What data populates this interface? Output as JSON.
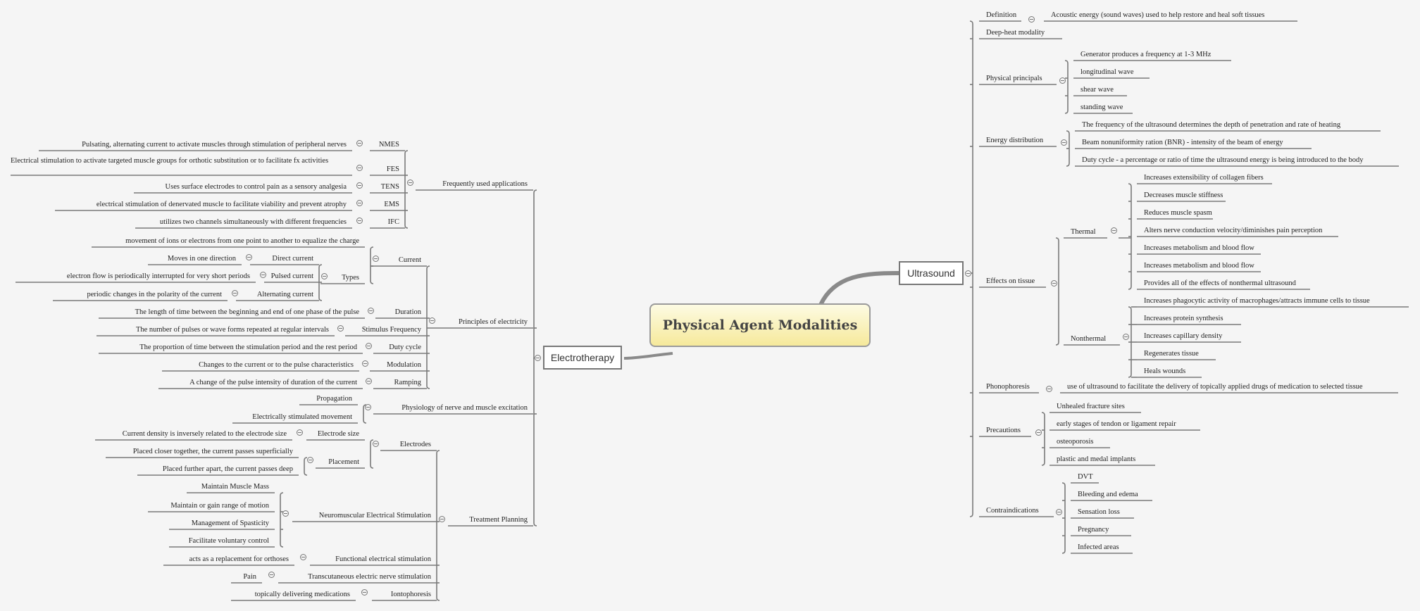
{
  "title": "Physical Agent Modalities",
  "branches": {
    "electrotherapy": "Electrotherapy",
    "ultrasound": "Ultrasound"
  },
  "electrotherapy": {
    "fua": {
      "label": "Frequently used applications",
      "items": [
        {
          "term": "NMES",
          "def": "Pulsating, alternating current to activate muscles through stimulation of peripheral nerves"
        },
        {
          "term": "FES",
          "def": "Electrical stimulation to activate targeted muscle groups for orthotic substitution or to facilitate fx activities"
        },
        {
          "term": "TENS",
          "def": "Uses surface electrodes to control pain as a sensory analgesia"
        },
        {
          "term": "EMS",
          "def": "electrical stimulation of denervated muscle to facilitate viability and prevent atrophy"
        },
        {
          "term": "IFC",
          "def": "utilizes two channels simultaneously with different frequencies"
        }
      ]
    },
    "poe": {
      "label": "Principles of electricity",
      "current": {
        "label": "Current",
        "def": "movement of ions or electrons from one point to another to equalize the charge",
        "types": {
          "label": "Types",
          "items": [
            {
              "term": "Direct current",
              "def": "Moves in one direction"
            },
            {
              "term": "Pulsed current",
              "def": "electron flow is periodically interrupted for very short periods"
            },
            {
              "term": "Alternating current",
              "def": "periodic changes in the polarity of the current"
            }
          ]
        }
      },
      "items": [
        {
          "term": "Duration",
          "def": "The length of time between the beginning and end of one phase of the pulse"
        },
        {
          "term": "Stimulus Frequency",
          "def": "The number of pulses or wave forms repeated at regular intervals"
        },
        {
          "term": "Duty cycle",
          "def": "The proportion of time between the stimulation period and the rest period"
        },
        {
          "term": "Modulation",
          "def": "Changes to the current or to the pulse characteristics"
        },
        {
          "term": "Ramping",
          "def": "A change of the pulse intensity of duration of the current"
        }
      ]
    },
    "phys": {
      "label": "Physiology of nerve and muscle excitation",
      "items": [
        "Propagation",
        "Electrically stimulated movement"
      ]
    },
    "tp": {
      "label": "Treatment Planning",
      "electrodes": {
        "label": "Electrodes",
        "size": {
          "label": "Electrode size",
          "def": "Current density is inversely related to the electrode size"
        },
        "placement": {
          "label": "Placement",
          "items": [
            "Placed closer together, the current passes superficially",
            "Placed further apart, the current passes deep"
          ]
        }
      },
      "nmes": {
        "label": "Neuromuscular Electrical Stimulation",
        "items": [
          "Maintain Muscle Mass",
          "Maintain or gain range of motion",
          "Management of Spasticity",
          "Facilitate voluntary control"
        ]
      },
      "fes": {
        "label": "Functional electrical stimulation",
        "def": "acts as a replacement for orthoses"
      },
      "tens": {
        "label": "Transcutaneous electric nerve stimulation",
        "def": "Pain"
      },
      "ionto": {
        "label": "Iontophoresis",
        "def": "topically delivering medications"
      }
    }
  },
  "ultrasound": {
    "definition": {
      "label": "Definition",
      "def": "Acoustic energy (sound waves) used to help restore and heal soft tissues"
    },
    "deep_heat": "Deep-heat modality",
    "physical": {
      "label": "Physical principals",
      "items": [
        "Generator produces a frequency at 1-3 MHz",
        "longitudinal wave",
        "shear wave",
        "standing wave"
      ]
    },
    "energy": {
      "label": "Energy distribution",
      "items": [
        "The frequency of the ultrasound determines the depth of penetration and rate of heating",
        "Beam nonuniformity ration (BNR) - intensity of the beam of energy",
        "Duty cycle - a percentage or ratio of time the ultrasound energy is being introduced to the body"
      ]
    },
    "effects": {
      "label": "Effects on tissue",
      "thermal": {
        "label": "Thermal",
        "items": [
          "Increases extensibility of collagen fibers",
          "Decreases muscle stiffness",
          "Reduces muscle spasm",
          "Alters nerve conduction velocity/diminishes pain perception",
          "Increases metabolism and blood flow",
          "Increases metabolism and blood flow",
          "Provides all of the effects of nonthermal ultrasound"
        ]
      },
      "nonthermal": {
        "label": "Nonthermal",
        "items": [
          "Increases phagocytic activity of macrophages/attracts immune cells to tissue",
          "Increases protein synthesis",
          "Increases capillary density",
          "Regenerates tissue",
          "Heals wounds"
        ]
      }
    },
    "phono": {
      "label": "Phonophoresis",
      "def": "use of ultrasound to facilitate the delivery of topically applied drugs of medication to selected tissue"
    },
    "precautions": {
      "label": "Precautions",
      "items": [
        "Unhealed fracture sites",
        "early stages of tendon or ligament repair",
        "osteoporosis",
        "plastic and medal implants"
      ]
    },
    "contra": {
      "label": "Contraindications",
      "items": [
        "DVT",
        "Bleeding and edema",
        "Sensation loss",
        "Pregnancy",
        "Infected areas"
      ]
    }
  }
}
